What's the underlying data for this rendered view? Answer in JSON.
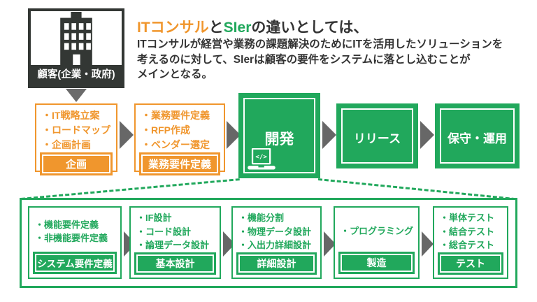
{
  "colors": {
    "orange": "#f0962d",
    "green": "#21a85c",
    "dark": "#333734",
    "arrow_gray": "#676767"
  },
  "header": {
    "title_parts": [
      {
        "text": "ITコンサル",
        "color": "orange"
      },
      {
        "text": "と",
        "color": "dark"
      },
      {
        "text": "SIer",
        "color": "green"
      },
      {
        "text": "の違いとしては、",
        "color": "dark"
      }
    ],
    "body_lines": [
      "ITコンサルが経営や業務の課題解決のためにITを活用したソリューションを",
      "考えるのに対して、SIerは顧客の要件をシステムに落とし込むことが",
      "メインとなる。"
    ]
  },
  "customer": {
    "icon": "building-icon",
    "label": "顧客(企業・政府)"
  },
  "flow": {
    "steps": [
      {
        "type": "orange",
        "bullets": [
          "・IT戦略立案",
          "・ロードマップ",
          "・企画計画"
        ],
        "label": "企画"
      },
      {
        "type": "orange",
        "bullets": [
          "・業務要件定義",
          "・RFP作成",
          "・ベンダー選定"
        ],
        "label": "業務要件定義"
      },
      {
        "type": "green-large",
        "label": "開発",
        "icon": "laptop-code-icon",
        "icon_text": "</>"
      },
      {
        "type": "green",
        "label": "リリース"
      },
      {
        "type": "green",
        "label": "保守・運用"
      }
    ]
  },
  "development_detail": {
    "steps": [
      {
        "bullets": [
          "・機能要件定義",
          "・非機能要件定義"
        ],
        "label": "システム要件定義"
      },
      {
        "bullets": [
          "・IF設計",
          "・コード設計",
          "・論理データ設計"
        ],
        "label": "基本設計"
      },
      {
        "bullets": [
          "・機能分割",
          "・物理データ設計",
          "・入出力詳細設計"
        ],
        "label": "詳細設計"
      },
      {
        "bullets": [
          "・プログラミング"
        ],
        "label": "製造"
      },
      {
        "bullets": [
          "・単体テスト",
          "・結合テスト",
          "・総合テスト"
        ],
        "label": "テスト"
      }
    ]
  }
}
